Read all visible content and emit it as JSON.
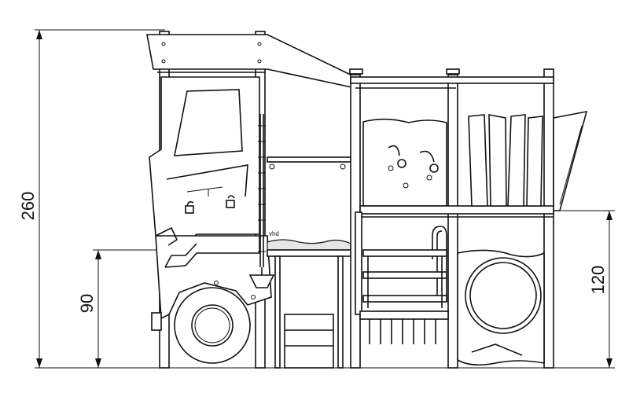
{
  "dimensions": {
    "overall_height": "260",
    "left_platform_height": "90",
    "right_platform_height": "120"
  },
  "labels": {
    "small_tag": "vhd"
  }
}
